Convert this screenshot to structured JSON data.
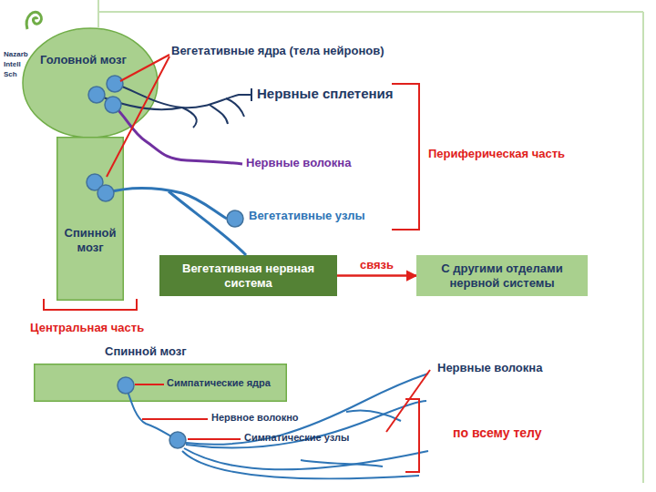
{
  "diagram": {
    "nodes": [
      {
        "text": [
          "Головной мозг"
        ]
      },
      {
        "text": [
          "Спинной мозг"
        ]
      },
      {
        "text": [
          "Вегетативная нервная система"
        ]
      },
      {
        "text": [
          "С другими отделами нервной системы"
        ]
      },
      {
        "text": [
          "Спинной мозг"
        ]
      }
    ],
    "edges": [
      {
        "from": 2,
        "to": 3,
        "label": "связь",
        "arrow": "to"
      }
    ],
    "labels": [
      "Nazarb",
      "Intell",
      "Sch",
      "Вегетативные ядра (тела нейронов)",
      "Нервные сплетения",
      "Нервные волокна",
      "Периферическая часть",
      "Вегетативные узлы",
      "Центральная часть",
      "Симпатические ядра",
      "Нервные волокна",
      "Нервное волокно",
      "Симпатические узлы",
      "по всему телу"
    ]
  }
}
